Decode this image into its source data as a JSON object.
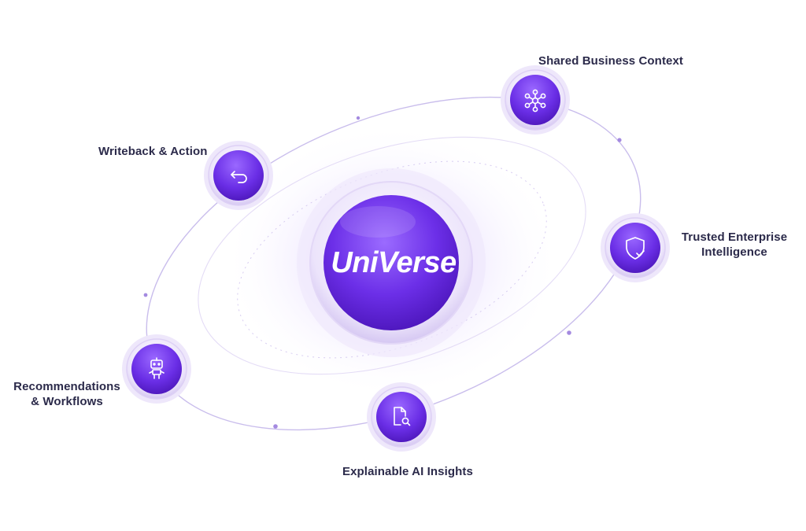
{
  "core": {
    "title": "UniVerse",
    "accent": "#6a2ee6"
  },
  "nodes": [
    {
      "id": "shared-business-context",
      "icon": "network-hub-icon",
      "lines": [
        "Shared Business Context"
      ]
    },
    {
      "id": "writeback-action",
      "icon": "undo-arrow-icon",
      "lines": [
        "Writeback & Action"
      ]
    },
    {
      "id": "trusted-enterprise-intelligence",
      "icon": "shield-check-icon",
      "lines": [
        "Trusted Enterprise",
        "Intelligence"
      ]
    },
    {
      "id": "recommendations-workflows",
      "icon": "robot-icon",
      "lines": [
        "Recommendations",
        "& Workflows"
      ]
    },
    {
      "id": "explainable-ai-insights",
      "icon": "document-search-icon",
      "lines": [
        "Explainable AI Insights"
      ]
    }
  ]
}
